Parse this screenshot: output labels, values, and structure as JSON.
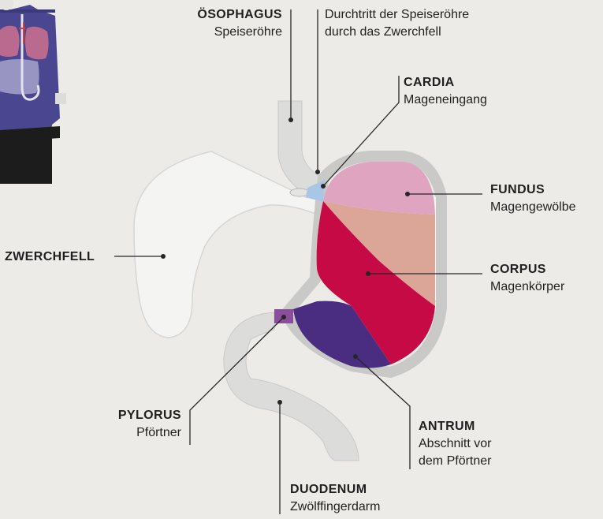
{
  "labels": {
    "oesophagus": {
      "title": "ÖSOPHAGUS",
      "subtitle": "Speiseröhre"
    },
    "durchtritt": {
      "line1": "Durchtritt der Speiseröhre",
      "line2": "durch das Zwerchfell"
    },
    "cardia": {
      "title": "CARDIA",
      "subtitle": "Mageneingang"
    },
    "fundus": {
      "title": "FUNDUS",
      "subtitle": "Magengewölbe"
    },
    "corpus": {
      "title": "CORPUS",
      "subtitle": "Magenkörper"
    },
    "zwerchfell": {
      "title": "ZWERCHFELL"
    },
    "pylorus": {
      "title": "PYLORUS",
      "subtitle": "Pförtner"
    },
    "antrum": {
      "title": "ANTRUM",
      "subtitle1": "Abschnitt vor",
      "subtitle2": "dem Pförtner"
    },
    "duodenum": {
      "title": "DUODENUM",
      "subtitle": "Zwölffingerdarm"
    }
  },
  "colors": {
    "background": "#ecebe7",
    "organ_grey": "#dcdcdb",
    "diaphragm": "#f4f4f3",
    "fundus": "#dfa5c0",
    "corpus_upper": "#dba597",
    "corpus": "#c50a45",
    "antrum": "#4a2d80",
    "pylorus": "#8a4e9b",
    "cardia": "#a9c6e6",
    "figure_body": "#4a4790",
    "figure_lungs": "#bb6a8f"
  }
}
